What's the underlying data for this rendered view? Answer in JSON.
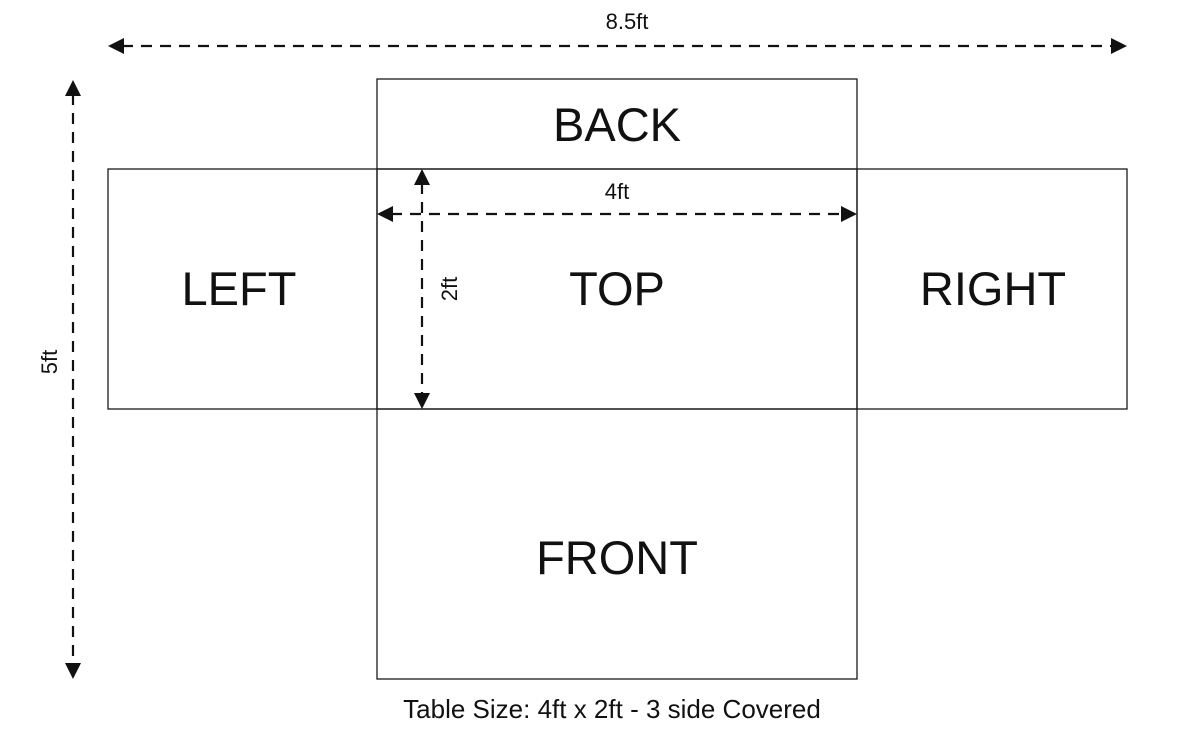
{
  "panels": {
    "back": "BACK",
    "left": "LEFT",
    "top": "TOP",
    "right": "RIGHT",
    "front": "FRONT"
  },
  "dimensions": {
    "overall_width": "8.5ft",
    "overall_height": "5ft",
    "top_width": "4ft",
    "top_depth": "2ft"
  },
  "caption": "Table Size: 4ft x 2ft - 3 side Covered"
}
